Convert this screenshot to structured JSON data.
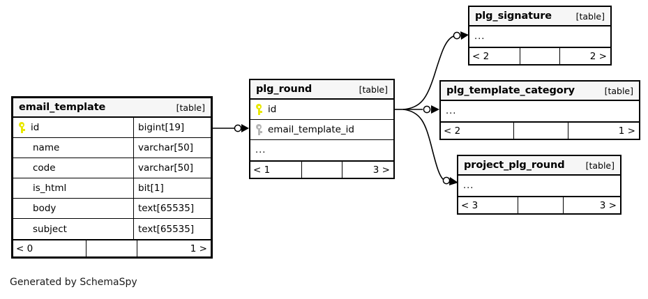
{
  "diagram": {
    "type": "entity-relationship-diagram",
    "generator_caption": "Generated by SchemaSpy",
    "table_tag": "[table]",
    "ellipsis": "...",
    "colors": {
      "background": "#ffffff",
      "table_header_fill": "#f6f6f6",
      "border": "#000000",
      "primary_key_icon": "#e8e800",
      "foreign_key_icon": "#b6b6b6"
    }
  },
  "tables": {
    "email_template": {
      "name": "email_template",
      "tag": "[table]",
      "columns": [
        {
          "name": "id",
          "type": "bigint[19]",
          "key": "primary"
        },
        {
          "name": "name",
          "type": "varchar[50]",
          "key": "none"
        },
        {
          "name": "code",
          "type": "varchar[50]",
          "key": "none"
        },
        {
          "name": "is_html",
          "type": "bit[1]",
          "key": "none"
        },
        {
          "name": "body",
          "type": "text[65535]",
          "key": "none"
        },
        {
          "name": "subject",
          "type": "text[65535]",
          "key": "none"
        }
      ],
      "footer": {
        "left": "< 0",
        "middle": "",
        "right": "1 >"
      }
    },
    "plg_round": {
      "name": "plg_round",
      "tag": "[table]",
      "columns": [
        {
          "name": "id",
          "type": "",
          "key": "primary"
        },
        {
          "name": "email_template_id",
          "type": "",
          "key": "foreign"
        }
      ],
      "ellipsis_row": "...",
      "footer": {
        "left": "< 1",
        "middle": "",
        "right": "3 >"
      }
    },
    "plg_signature": {
      "name": "plg_signature",
      "tag": "[table]",
      "ellipsis_row": "...",
      "footer": {
        "left": "< 2",
        "middle": "",
        "right": "2 >"
      }
    },
    "plg_template_category": {
      "name": "plg_template_category",
      "tag": "[table]",
      "ellipsis_row": "...",
      "footer": {
        "left": "< 2",
        "middle": "",
        "right": "1 >"
      }
    },
    "project_plg_round": {
      "name": "project_plg_round",
      "tag": "[table]",
      "ellipsis_row": "...",
      "footer": {
        "left": "< 3",
        "middle": "",
        "right": "3 >"
      }
    }
  },
  "relationships": [
    {
      "from": "email_template.id",
      "to": "plg_round.email_template_id",
      "notation": "zero-or-many"
    },
    {
      "from": "plg_round.id",
      "to": "plg_signature",
      "notation": "zero-or-many"
    },
    {
      "from": "plg_round.id",
      "to": "plg_template_category",
      "notation": "zero-or-many"
    },
    {
      "from": "plg_round.id",
      "to": "project_plg_round",
      "notation": "zero-or-many"
    }
  ]
}
